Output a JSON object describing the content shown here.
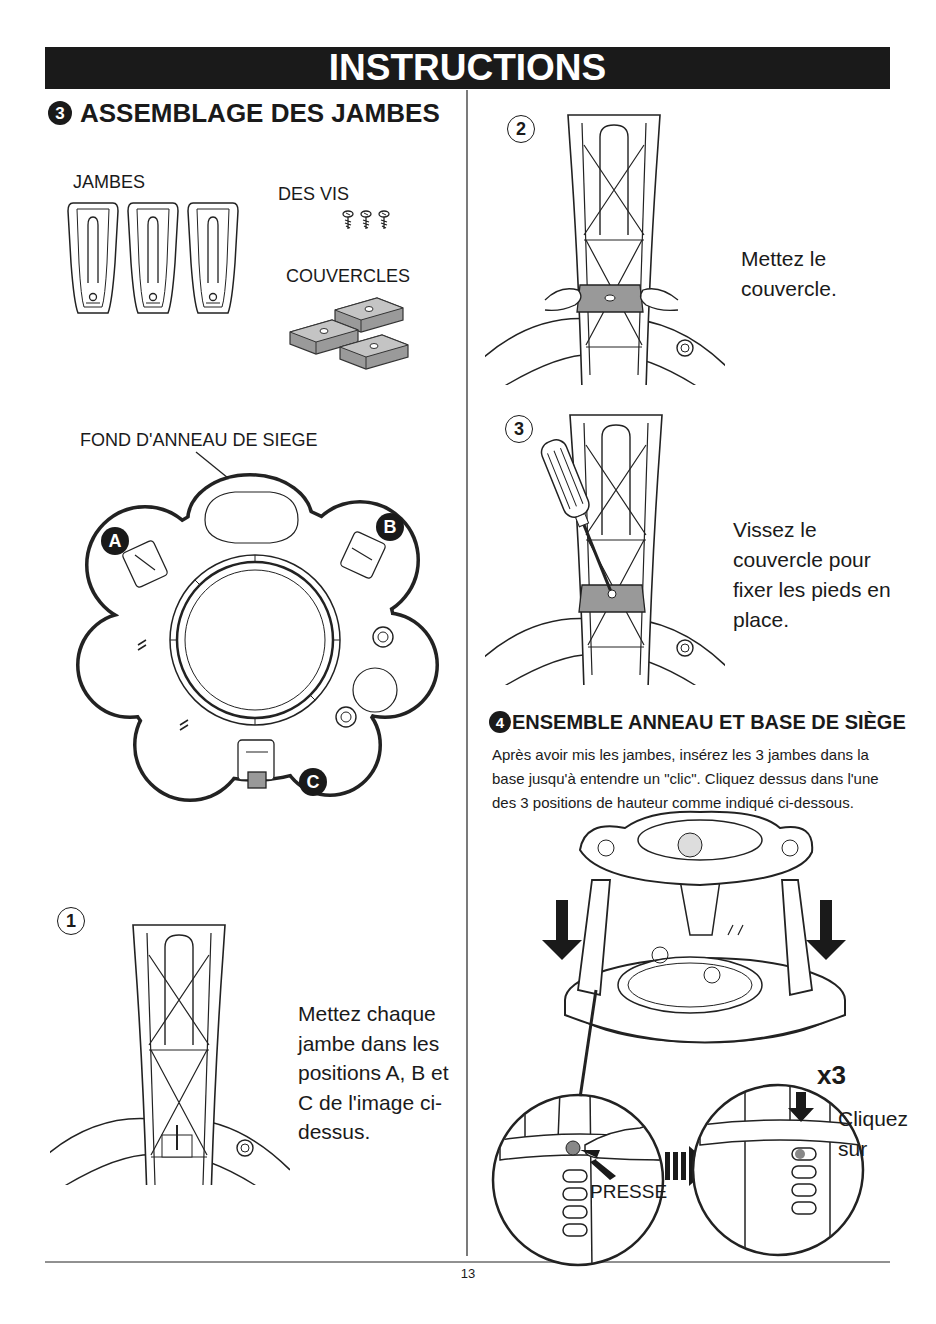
{
  "diagram": {
    "title": "INSTRUCTIONS",
    "nodes": [
      {
        "text": [
          "3",
          "ASSEMBLAGE DES JAMBES"
        ]
      },
      {
        "text": [
          "A"
        ]
      },
      {
        "text": [
          "B"
        ]
      },
      {
        "text": [
          "C"
        ]
      },
      {
        "text": [
          "1"
        ]
      },
      {
        "text": [
          "2"
        ]
      },
      {
        "text": [
          "3"
        ]
      },
      {
        "text": [
          "4",
          "ENSEMBLE ANNEAU ET BASE DE SIÈGE"
        ]
      }
    ],
    "labels": [
      "JAMBES",
      "DES VIS",
      "COUVERCLES",
      "FOND D'ANNEAU DE SIEGE",
      "Mettez chaque jambe dans les positions A, B et C de l'image ci-dessus.",
      "Mettez le couvercle.",
      "Vissez le couvercle pour fixer les pieds en place.",
      "Après avoir mis les jambes, insérez les 3 jambes dans la base jusqu'à entendre un \"clic\". Cliquez dessus dans l'une des 3 positions de hauteur comme indiqué ci-dessous.",
      "x3",
      "Cliquez sur",
      "PRESSE",
      "13"
    ]
  }
}
